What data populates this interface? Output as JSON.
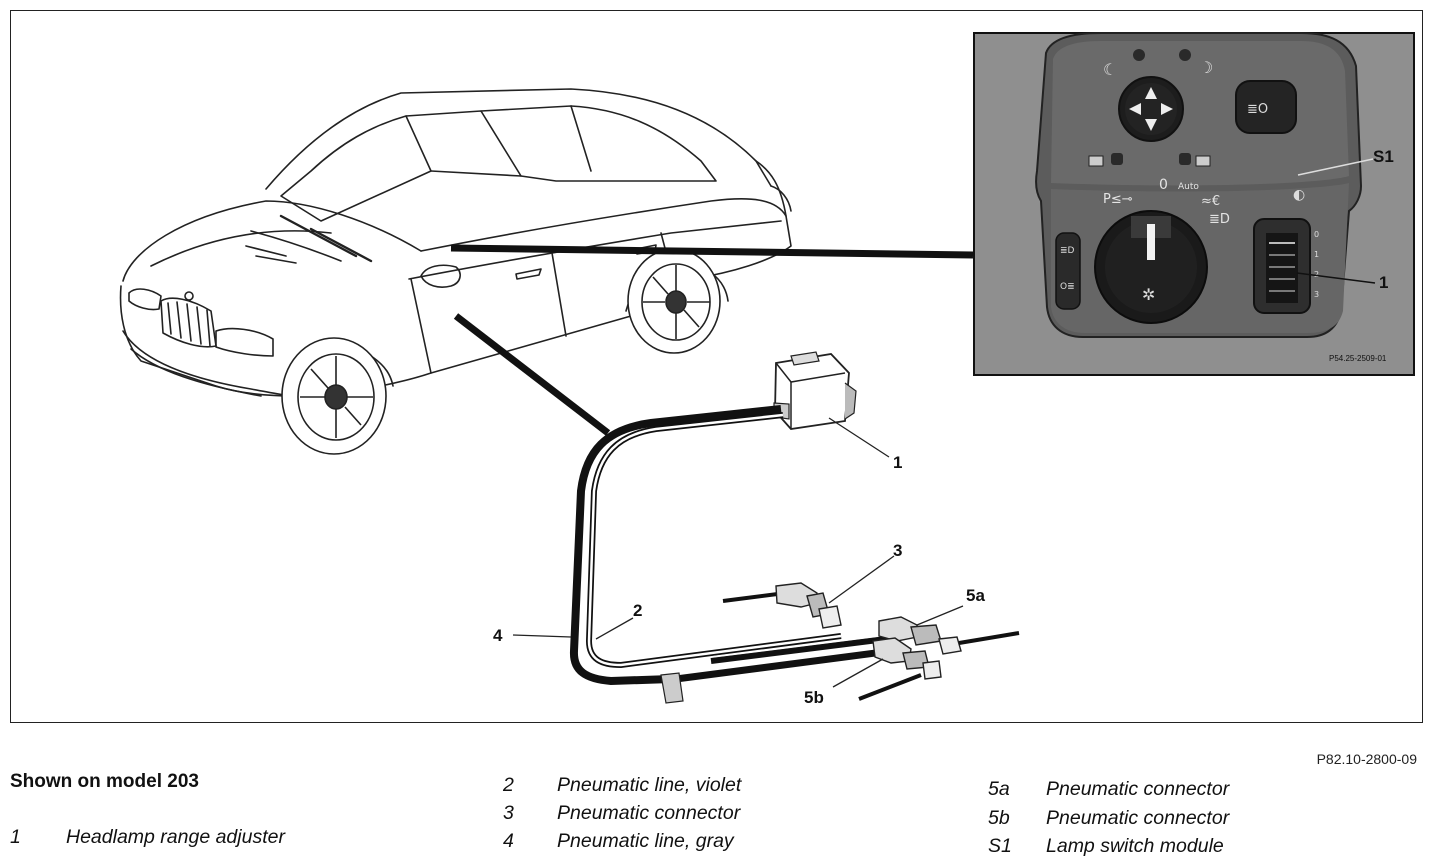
{
  "figure": {
    "code": "P82.10-2800-09",
    "inset_code": "P54.25-2509-01",
    "callouts": {
      "c1": "1",
      "c2": "2",
      "c3": "3",
      "c4": "4",
      "c5a": "5a",
      "c5b": "5b",
      "s1": "S1",
      "inset_1": "1"
    }
  },
  "caption": {
    "shown_on": "Shown on model 203"
  },
  "legend": [
    {
      "num": "1",
      "text": "Headlamp range adjuster"
    },
    {
      "num": "2",
      "text": "Pneumatic line, violet"
    },
    {
      "num": "3",
      "text": "Pneumatic connector"
    },
    {
      "num": "4",
      "text": "Pneumatic line, gray"
    },
    {
      "num": "5a",
      "text": "Pneumatic connector"
    },
    {
      "num": "5b",
      "text": "Pneumatic connector"
    },
    {
      "num": "S1",
      "text": "Lamp switch module"
    }
  ]
}
